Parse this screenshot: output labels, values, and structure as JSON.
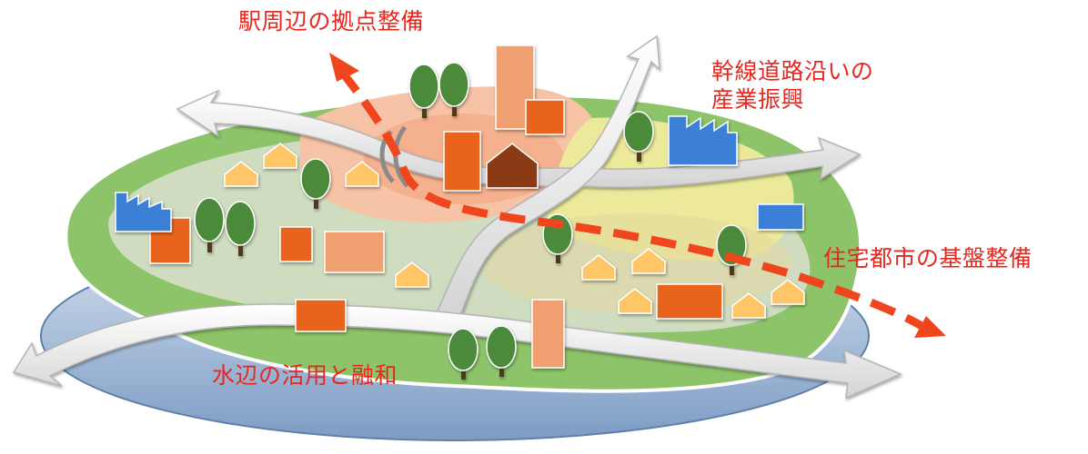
{
  "labels": {
    "station_hub": "駅周辺の拠点整備",
    "trunk_road_line1": "幹線道路沿いの",
    "trunk_road_line2": "産業振興",
    "residential": "住宅都市の基盤整備",
    "waterside": "水辺の活用と融和"
  },
  "colors": {
    "label_text": "#e8261e",
    "arrow_dashed": "#f0461e",
    "water": "#a9bfd9",
    "land_green": "#8dc46a",
    "land_pale_green": "#cfdcc0",
    "station_zone": "#f7c3a6",
    "industrial_zone": "#ecea9a",
    "road": "#ececec",
    "building_orange": "#e8641e",
    "building_salmon": "#f0a070",
    "house_yellow": "#ffc668",
    "factory_blue": "#3b7fd6",
    "station_brown": "#8a3a12",
    "tree_green": "#4b8a3a"
  },
  "icons": [
    "tree-icon",
    "house-icon",
    "factory-icon",
    "station-icon",
    "bridge-icon",
    "road-arrow-icon"
  ]
}
